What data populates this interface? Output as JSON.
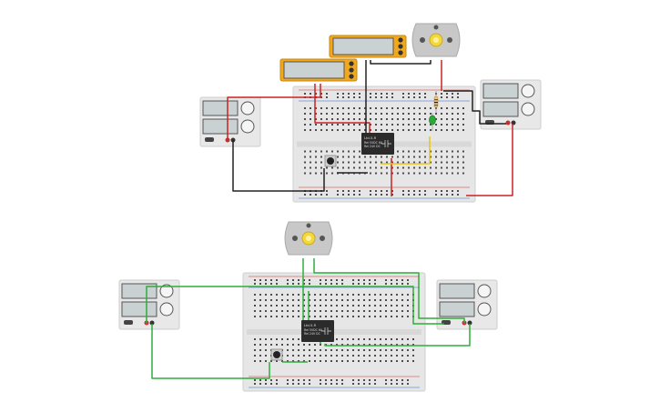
{
  "colors": {
    "breadboard": "#e6e6e6",
    "breadboard_edge": "#cfcfcf",
    "hole": "#4d4d4d",
    "rail_red": "#d23a3a",
    "rail_blue": "#3a6fd2",
    "wire_red": "#cc2222",
    "wire_black": "#222222",
    "wire_green": "#2fae3a",
    "wire_yellow": "#e6c619",
    "psu_body": "#e8e8e8",
    "psu_screen": "#c9d1d3",
    "meter_body": "#f2a81d",
    "meter_screen": "#c9d1d3",
    "motor_body": "#c8c8c8",
    "motor_hub": "#f4d73a",
    "relay": "#2b2b2b",
    "led": "#2aa83a"
  },
  "relay": {
    "label_line1": "Ltd-5-R",
    "label_line2": "Rel 5VDC 6A",
    "label_line3": "Rel 24V DC"
  },
  "components": {
    "top_circuit": [
      "breadboard",
      "relay",
      "push-button",
      "dc-motor",
      "power-supply-left",
      "power-supply-right",
      "multimeter-1",
      "multimeter-2",
      "led",
      "resistor"
    ],
    "bottom_circuit": [
      "breadboard",
      "relay",
      "push-button",
      "dc-motor",
      "power-supply-left",
      "power-supply-right"
    ]
  }
}
